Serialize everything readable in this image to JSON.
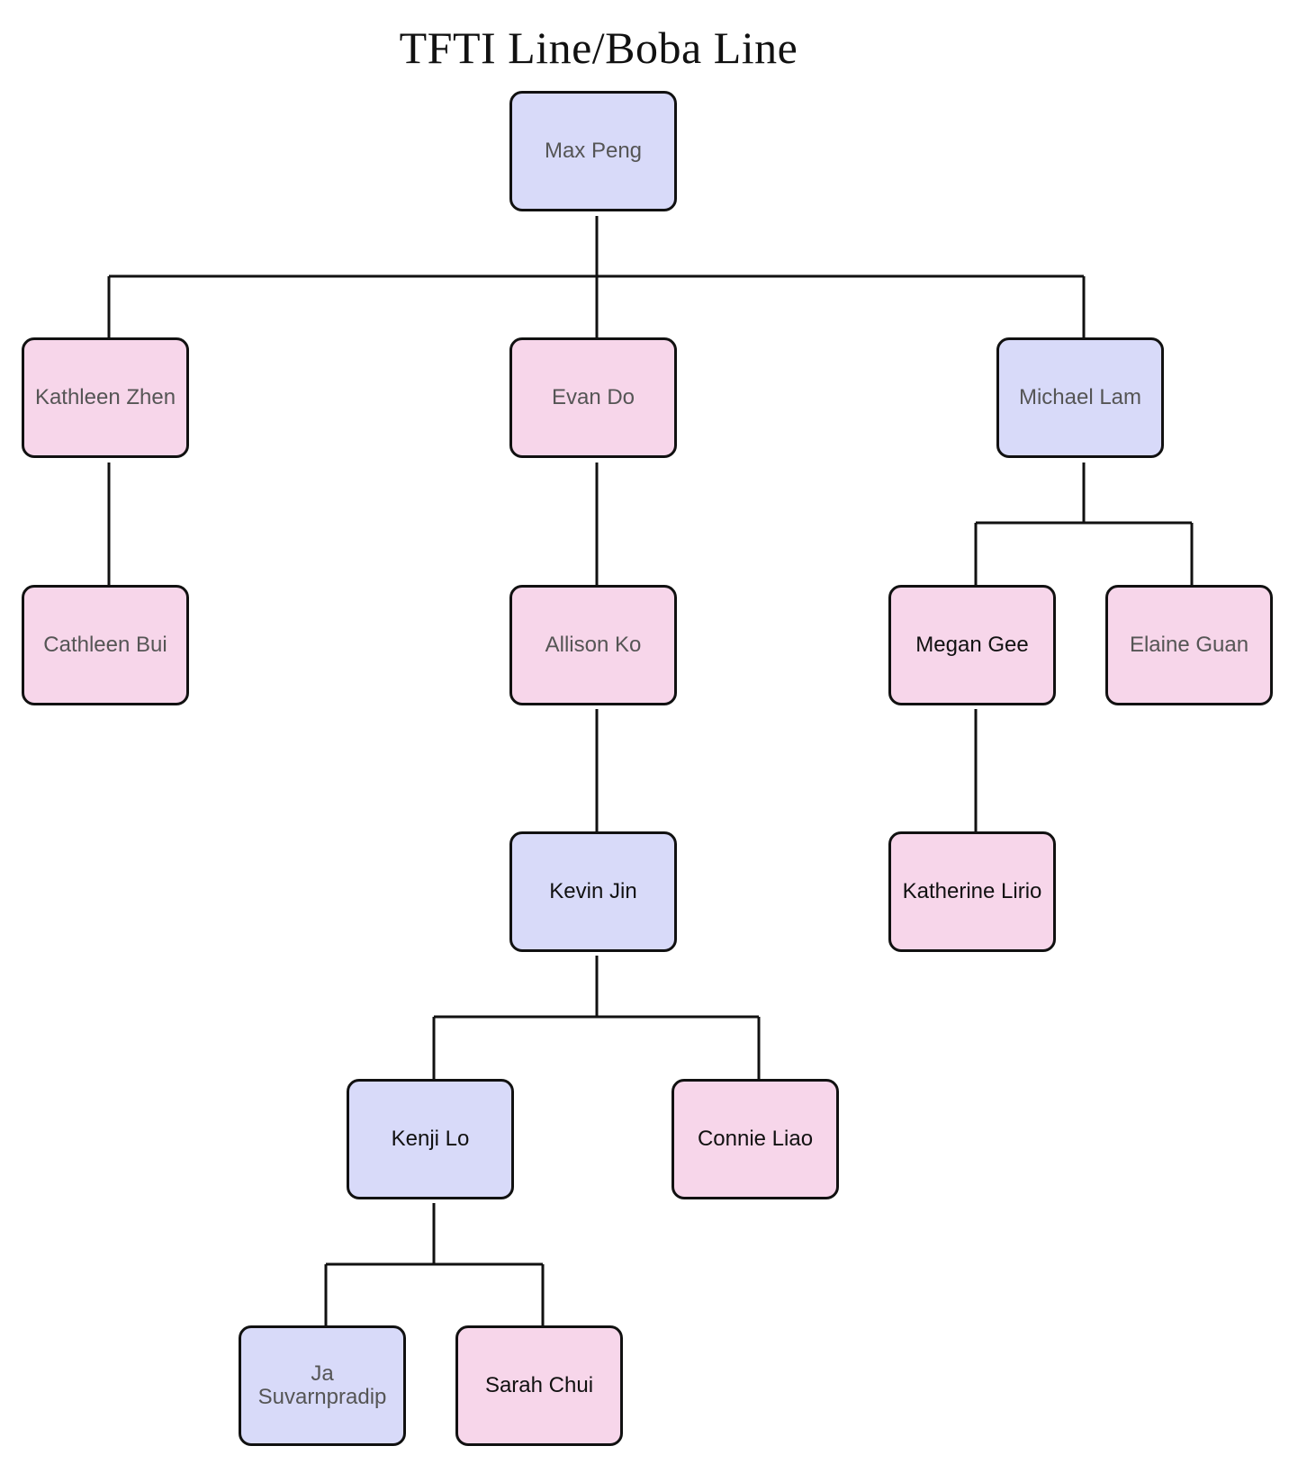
{
  "title": "TFTI Line/Boba Line",
  "colors": {
    "blue_fill": "#d8daf9",
    "pink_fill": "#f7d6ea",
    "border": "#111111",
    "line": "#111111"
  },
  "nodes": {
    "max_peng": {
      "label": "Max Peng",
      "color": "blue"
    },
    "kathleen_zhen": {
      "label": "Kathleen Zhen",
      "color": "pink"
    },
    "evan_do": {
      "label": "Evan Do",
      "color": "pink"
    },
    "michael_lam": {
      "label": "Michael Lam",
      "color": "blue"
    },
    "cathleen_bui": {
      "label": "Cathleen Bui",
      "color": "pink"
    },
    "allison_ko": {
      "label": "Allison Ko",
      "color": "pink"
    },
    "megan_gee": {
      "label": "Megan Gee",
      "color": "pink"
    },
    "elaine_guan": {
      "label": "Elaine Guan",
      "color": "pink"
    },
    "kevin_jin": {
      "label": "Kevin Jin",
      "color": "blue"
    },
    "katherine_lirio": {
      "label": "Katherine Lirio",
      "color": "pink"
    },
    "kenji_lo": {
      "label": "Kenji Lo",
      "color": "blue"
    },
    "connie_liao": {
      "label": "Connie Liao",
      "color": "pink"
    },
    "ja_suvarnpradip": {
      "label": "Ja Suvarnpradip",
      "color": "blue"
    },
    "sarah_chui": {
      "label": "Sarah Chui",
      "color": "pink"
    }
  },
  "edges": [
    [
      "max_peng",
      "kathleen_zhen"
    ],
    [
      "max_peng",
      "evan_do"
    ],
    [
      "max_peng",
      "michael_lam"
    ],
    [
      "kathleen_zhen",
      "cathleen_bui"
    ],
    [
      "evan_do",
      "allison_ko"
    ],
    [
      "michael_lam",
      "megan_gee"
    ],
    [
      "michael_lam",
      "elaine_guan"
    ],
    [
      "allison_ko",
      "kevin_jin"
    ],
    [
      "megan_gee",
      "katherine_lirio"
    ],
    [
      "kevin_jin",
      "kenji_lo"
    ],
    [
      "kevin_jin",
      "connie_liao"
    ],
    [
      "kenji_lo",
      "ja_suvarnpradip"
    ],
    [
      "kenji_lo",
      "sarah_chui"
    ]
  ]
}
